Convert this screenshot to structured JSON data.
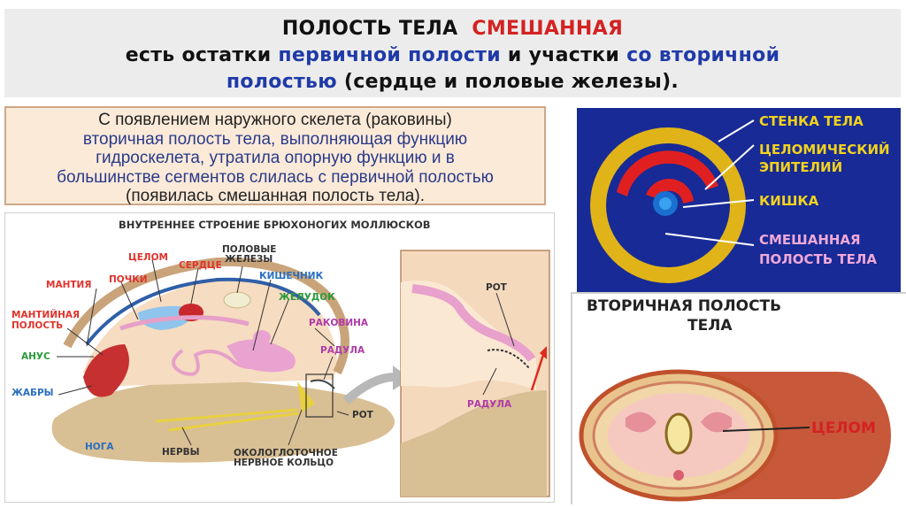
{
  "header": {
    "line1_a": "ПОЛОСТЬ ТЕЛА",
    "line1_b": "СМЕШАННАЯ",
    "line2_a": "есть остатки",
    "line2_b": "первичной полости",
    "line2_c": "и участки",
    "line2_d": "со вторичной",
    "line3_a": "полостью",
    "line3_b": "(сердце и половые железы)."
  },
  "textbox": {
    "line1": "С появлением наружного скелета (раковины)",
    "line2": "вторичная полость тела, выполняющая функцию",
    "line3": "гидроскелета, утратила опорную функцию и в",
    "line4": "большинстве сегментов слилась с первичной полостью",
    "line5": "(появилась смешанная полость тела)."
  },
  "gastropod": {
    "title": "ВНУТРЕННЕЕ СТРОЕНИЕ БРЮХОНОГИХ МОЛЛЮСКОВ",
    "labels": {
      "celom": "ЦЕЛОМ",
      "heart": "СЕРДЦЕ",
      "gonads_1": "ПОЛОВЫЕ",
      "gonads_2": "ЖЕЛЕЗЫ",
      "kidneys": "ПОЧКИ",
      "mantle": "МАНТИЯ",
      "intestine": "КИШЕЧНИК",
      "stomach": "ЖЕЛУДОК",
      "mantle_cavity_1": "МАНТИЙНАЯ",
      "mantle_cavity_2": "ПОЛОСТЬ",
      "shell": "РАКОВИНА",
      "anus": "АНУС",
      "radula": "РАДУЛА",
      "gills": "ЖАБРЫ",
      "mouth": "РОТ",
      "foot": "НОГА",
      "nerves": "НЕРВЫ",
      "ring_1": "ОКОЛОГЛОТОЧНОЕ",
      "ring_2": "НЕРВНОЕ КОЛЬЦО",
      "inset_mouth": "РОТ",
      "inset_radula": "РАДУЛА"
    },
    "colors": {
      "red": "#e0332b",
      "green": "#2a9a3a",
      "blue": "#2a6fc0",
      "purple": "#b03aa8",
      "dark": "#333333"
    }
  },
  "coelomic_panel": {
    "body_wall": "СТЕНКА ТЕЛА",
    "epithelium_1": "ЦЕЛОМИЧЕСКИЙ",
    "epithelium_2": "ЭПИТЕЛИЙ",
    "gut": "КИШКА",
    "mixed_1": "СМЕШАННАЯ",
    "mixed_2": "ПОЛОСТЬ ТЕЛА"
  },
  "worm_panel": {
    "title_1": "ВТОРИЧНАЯ ПОЛОСТЬ",
    "title_2": "ТЕЛА",
    "celom": "ЦЕЛОМ"
  }
}
